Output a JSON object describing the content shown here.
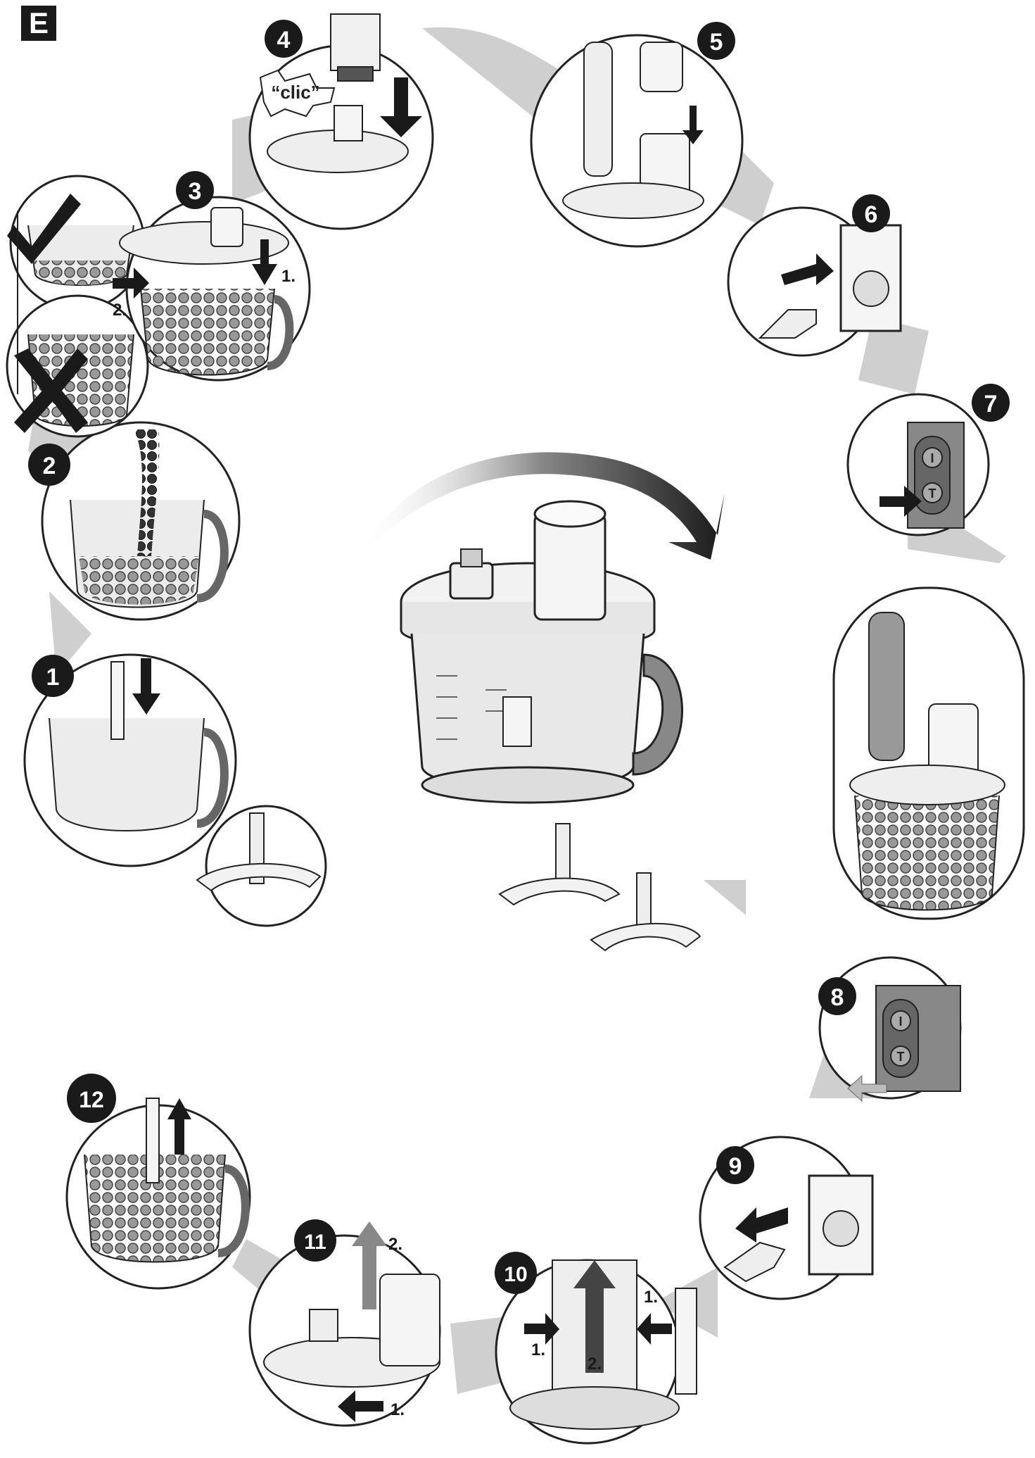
{
  "section_label": "E",
  "steps": [
    {
      "number": "1"
    },
    {
      "number": "2"
    },
    {
      "number": "3",
      "sublabels": [
        "1.",
        "2."
      ]
    },
    {
      "number": "4",
      "callout": "“clic”"
    },
    {
      "number": "5"
    },
    {
      "number": "6"
    },
    {
      "number": "7",
      "buttons": [
        "I",
        "T"
      ]
    },
    {
      "number": "8",
      "buttons": [
        "I",
        "T"
      ]
    },
    {
      "number": "9"
    },
    {
      "number": "10",
      "sublabels": [
        "1.",
        "1.",
        "2."
      ]
    },
    {
      "number": "11",
      "sublabels": [
        "2.",
        "1."
      ]
    },
    {
      "number": "12"
    }
  ],
  "colors": {
    "ink": "#1a1a1a",
    "band": "#c9c9c9",
    "arrow": "#2a2a2a",
    "line": "#222222"
  }
}
